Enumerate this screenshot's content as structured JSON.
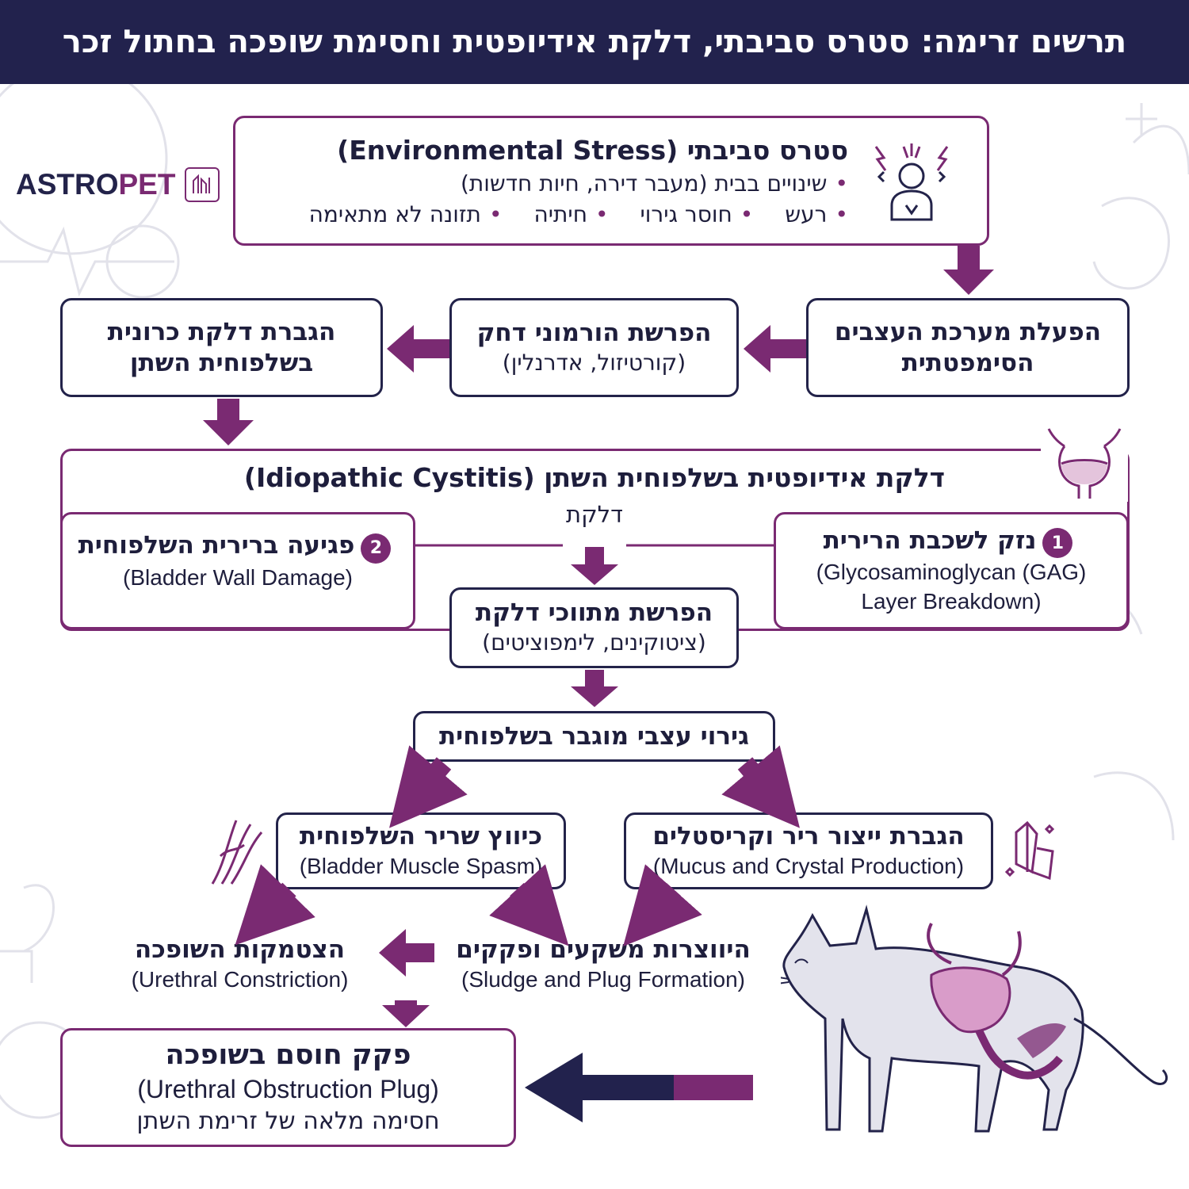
{
  "header": {
    "title": "תרשים זרימה: סטרס סביבתי, דלקת אידיופטית וחסימת שופכה בחתול זכר"
  },
  "logo": {
    "name_prefix": "ASTRO",
    "name_suffix": "PET"
  },
  "stress": {
    "title": "סטרס סביבתי (Environmental Stress)",
    "items_line1": [
      "שינויים בבית (מעבר דירה, חיות חדשות)"
    ],
    "items_line2": [
      "רעש",
      "חוסר גירוי",
      "חיתיה",
      "תזונה לא מתאימה"
    ],
    "icon": "stressed-person-icon"
  },
  "row2": {
    "sympathetic": "הפעלת מערכת העצבים הסימפטתית",
    "hormones_title": "הפרשת הורמוני דחק",
    "hormones_sub": "(קורטיזול, אדרנלין)",
    "chronic": "הגברת דלקת כרונית בשלפוחית השתן"
  },
  "cystitis": {
    "title": "דלקת אידיופטית בשלפוחית השתן (Idiopathic Cystitis)",
    "inflammation_label": "דלקת",
    "gag_badge": "1",
    "gag_title": "נזק לשכבת הרירית",
    "gag_en1": "(Glycosaminoglycan (GAG)",
    "gag_en2": "Layer Breakdown)",
    "wall_badge": "2",
    "wall_title": "פגיעה ברירית השלפוחית",
    "wall_en": "(Bladder Wall Damage)",
    "mediators_title": "הפרשת מתווכי דלקת",
    "mediators_sub": "(ציטוקינים, לימפוציטים)",
    "icon": "bladder-icon"
  },
  "nerve": {
    "title": "גירוי עצבי מוגבר בשלפוחית"
  },
  "mucus": {
    "title": "הגברת ייצור ריר וקריסטלים",
    "en": "(Mucus and Crystal Production)",
    "icon": "crystal-icon"
  },
  "spasm": {
    "title": "כיווץ שריר השלפוחית",
    "en": "(Bladder Muscle Spasm)",
    "icon": "muscle-fiber-icon"
  },
  "sludge": {
    "title": "היווצרות משקעים ופקקים",
    "en": "(Sludge and Plug Formation)"
  },
  "constriction": {
    "title": "הצטמקות השופכה",
    "en": "(Urethral Constriction)"
  },
  "plug": {
    "title": "פקק חוסם בשופכה",
    "en": "(Urethral Obstruction Plug)",
    "sub": "חסימה מלאה של זרימת השתן"
  },
  "illustration": {
    "icon": "cat-anatomy-illustration"
  },
  "colors": {
    "navy": "#22224d",
    "purple": "#7a2a72",
    "text": "#1e1e3c",
    "bg_line": "#dcdce6"
  }
}
